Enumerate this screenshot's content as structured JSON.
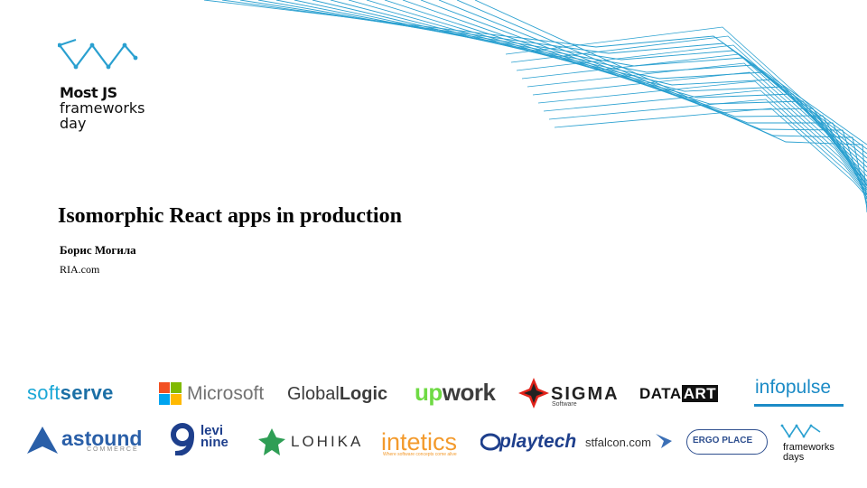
{
  "brand": {
    "line1": "Most JS",
    "line2": "frameworks",
    "line3": "day"
  },
  "talk": {
    "title": "Isomorphic React apps in production",
    "author": "Борис Могила",
    "company": "RIA.com"
  },
  "sponsors": {
    "softserve_a": "soft",
    "softserve_b": "serve",
    "microsoft": "Microsoft",
    "globallogic_a": "Global",
    "globallogic_b": "Logic",
    "upwork_a": "up",
    "upwork_b": "work",
    "sigma": "SIGMA",
    "sigma_sub": "Software",
    "dataart_a": "DATA",
    "dataart_b": "ART",
    "infopulse": "infopulse",
    "astound": "astound",
    "astound_sub": "COMMERCE",
    "levi_a": "levi",
    "levi_b": "nine",
    "lohika": "LOHIKA",
    "intetics": "intetics",
    "intetics_sub": "Where software concepts come alive",
    "playtech": "playtech",
    "stfalcon": "stfalcon.com",
    "ergo": "ERGO PLACE",
    "fd_a": "frameworks",
    "fd_b": "days"
  },
  "colors": {
    "accent": "#1c8bc6",
    "brand_line": "#2aa0d0",
    "ms_red": "#f25022",
    "ms_green": "#7fba00",
    "ms_blue": "#00a4ef",
    "ms_yellow": "#ffb900"
  }
}
